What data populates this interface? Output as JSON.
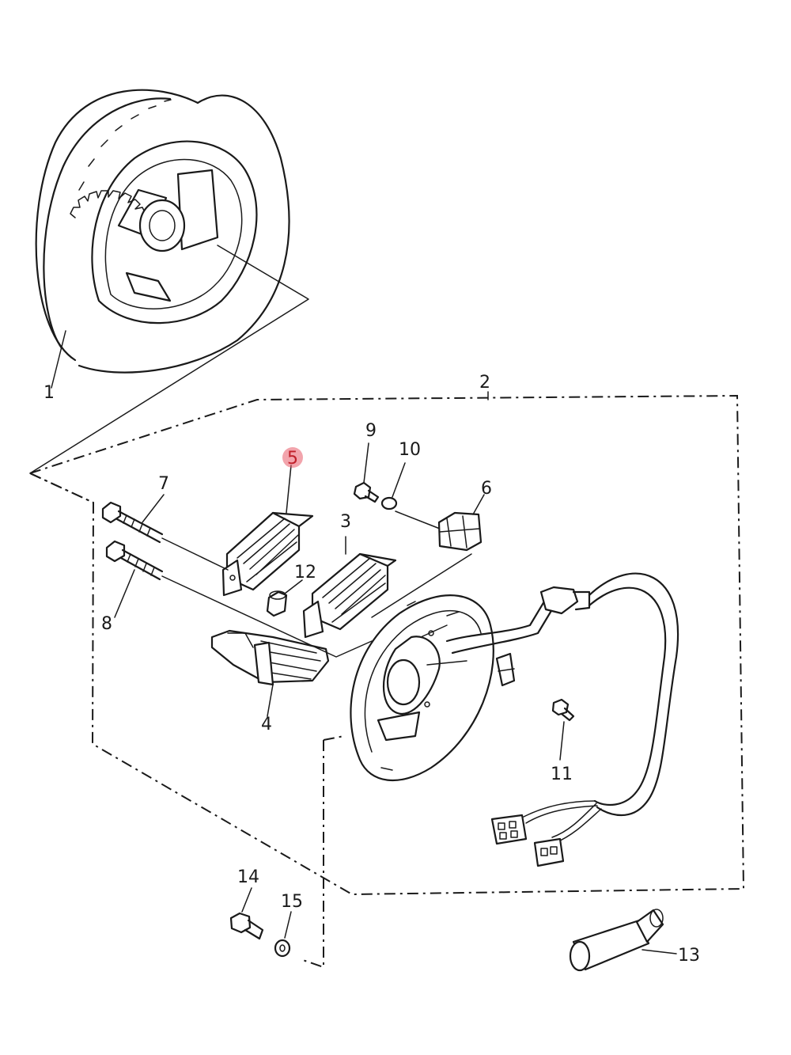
{
  "diagram": {
    "highlight_color": "#e85a68",
    "labels": {
      "p1": "1",
      "p2": "2",
      "p3": "3",
      "p4": "4",
      "p5": "5",
      "p6": "6",
      "p7": "7",
      "p8": "8",
      "p9": "9",
      "p10": "10",
      "p11": "11",
      "p12": "12",
      "p13": "13",
      "p14": "14",
      "p15": "15"
    },
    "highlighted_part": "5"
  }
}
